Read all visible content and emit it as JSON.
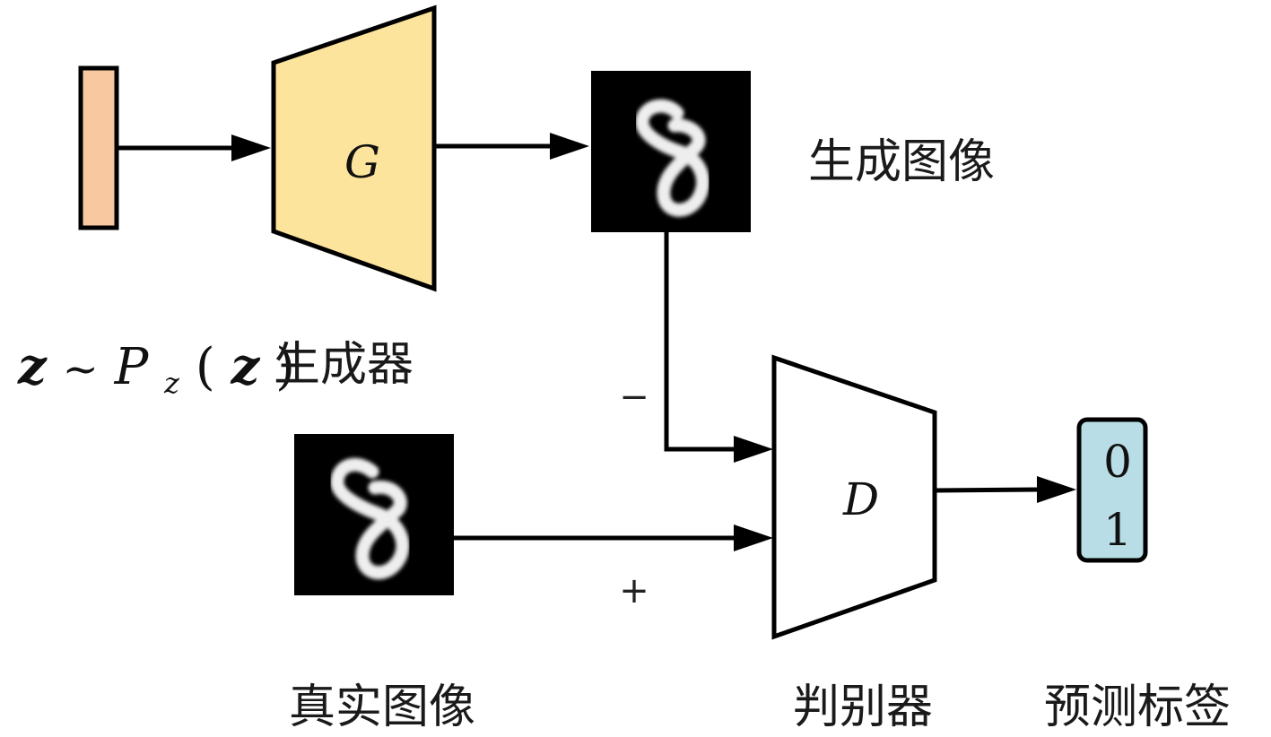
{
  "latent": {
    "expr_z": "z",
    "expr_tilde": "~",
    "expr_P": "P",
    "expr_sub": "z",
    "expr_open": "(",
    "expr_z2": "z",
    "expr_close": ")"
  },
  "generator": {
    "symbol": "G",
    "label": "生成器"
  },
  "generated_image": {
    "label": "生成图像"
  },
  "real_image": {
    "label": "真实图像"
  },
  "discriminator": {
    "symbol": "D",
    "label": "判别器"
  },
  "signs": {
    "fake": "−",
    "real": "+"
  },
  "output": {
    "values": [
      "0",
      "1"
    ],
    "label": "预测标签"
  },
  "colors": {
    "latent_fill": "#f8c8a0",
    "generator_fill": "#fde49c",
    "discriminator_fill": "#ffffff",
    "output_fill": "#b8dde6",
    "image_bg": "#000000",
    "stroke": "#000000"
  }
}
